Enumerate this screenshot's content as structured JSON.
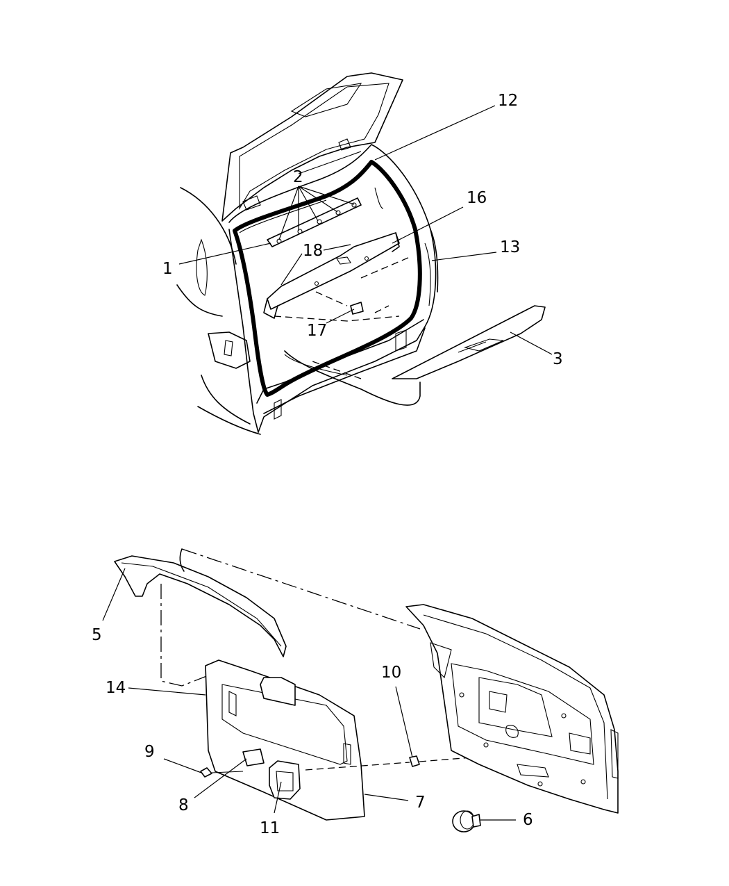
{
  "callouts": {
    "c1": "1",
    "c2": "2",
    "c3": "3",
    "c5": "5",
    "c6": "6",
    "c7": "7",
    "c8": "8",
    "c9": "9",
    "c10": "10",
    "c11": "11",
    "c12": "12",
    "c13": "13",
    "c14": "14",
    "c16": "16",
    "c17": "17",
    "c18": "18"
  }
}
